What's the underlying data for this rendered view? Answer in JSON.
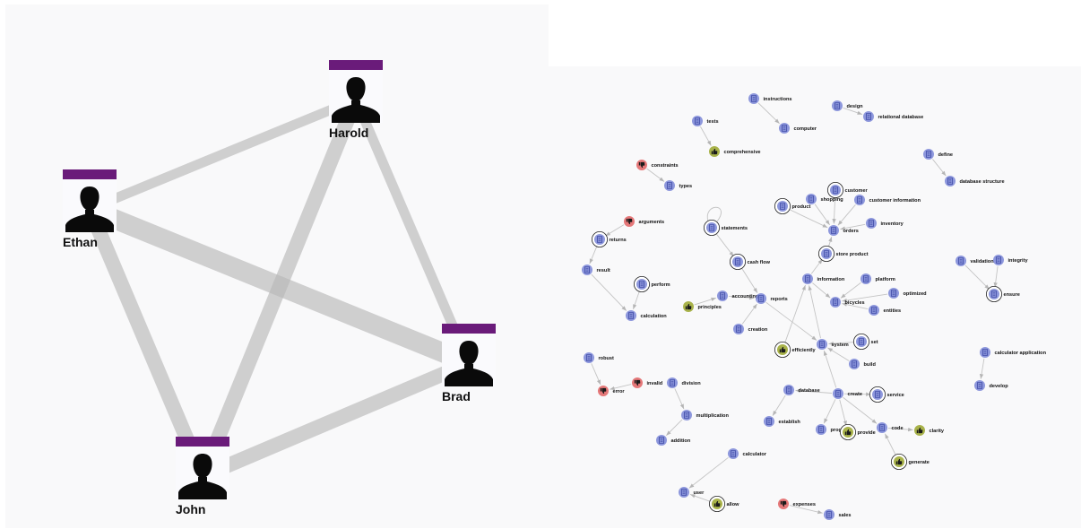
{
  "people_graph": {
    "people": [
      {
        "id": "harold",
        "name": "Harold"
      },
      {
        "id": "ethan",
        "name": "Ethan"
      },
      {
        "id": "brad",
        "name": "Brad"
      },
      {
        "id": "john",
        "name": "John"
      }
    ],
    "links": [
      {
        "source": "ethan",
        "target": "harold",
        "weight": 2
      },
      {
        "source": "ethan",
        "target": "brad",
        "weight": 4
      },
      {
        "source": "ethan",
        "target": "john",
        "weight": 3
      },
      {
        "source": "harold",
        "target": "brad",
        "weight": 2
      },
      {
        "source": "harold",
        "target": "john",
        "weight": 3
      },
      {
        "source": "brad",
        "target": "john",
        "weight": 3
      }
    ],
    "colors": {
      "header_bar": "#6a1b7a",
      "link": "#b8b8b8",
      "avatar": "#0a0a0a",
      "panel_bg": "#f9f9fa"
    }
  },
  "concept_graph": {
    "nodes": [
      {
        "id": "instructions",
        "label": "instructions",
        "kind": "concept"
      },
      {
        "id": "computer",
        "label": "computer",
        "kind": "concept"
      },
      {
        "id": "design",
        "label": "design",
        "kind": "concept"
      },
      {
        "id": "relational_database",
        "label": "relational database",
        "kind": "concept"
      },
      {
        "id": "tests",
        "label": "tests",
        "kind": "concept"
      },
      {
        "id": "comprehensive",
        "label": "comprehensive",
        "kind": "positive"
      },
      {
        "id": "define",
        "label": "define",
        "kind": "concept"
      },
      {
        "id": "database_structure",
        "label": "database structure",
        "kind": "concept"
      },
      {
        "id": "constraints",
        "label": "constraints",
        "kind": "negative"
      },
      {
        "id": "types",
        "label": "types",
        "kind": "concept"
      },
      {
        "id": "customer",
        "label": "customer",
        "kind": "concept-ring"
      },
      {
        "id": "shopping",
        "label": "shopping",
        "kind": "concept"
      },
      {
        "id": "customer_information",
        "label": "customer information",
        "kind": "concept"
      },
      {
        "id": "product",
        "label": "product",
        "kind": "concept-ring"
      },
      {
        "id": "orders",
        "label": "orders",
        "kind": "concept"
      },
      {
        "id": "inventory",
        "label": "inventory",
        "kind": "concept"
      },
      {
        "id": "arguments",
        "label": "arguments",
        "kind": "negative"
      },
      {
        "id": "statements",
        "label": "statements",
        "kind": "concept-ring"
      },
      {
        "id": "returns",
        "label": "returns",
        "kind": "concept-ring"
      },
      {
        "id": "cash_flow",
        "label": "cash flow",
        "kind": "concept-ring"
      },
      {
        "id": "store_product",
        "label": "store product",
        "kind": "concept-ring"
      },
      {
        "id": "result",
        "label": "result",
        "kind": "concept"
      },
      {
        "id": "perform",
        "label": "perform",
        "kind": "concept-ring"
      },
      {
        "id": "validation",
        "label": "validation",
        "kind": "concept"
      },
      {
        "id": "integrity",
        "label": "integrity",
        "kind": "concept"
      },
      {
        "id": "ensure",
        "label": "ensure",
        "kind": "concept-ring"
      },
      {
        "id": "information",
        "label": "information",
        "kind": "concept"
      },
      {
        "id": "platform",
        "label": "platform",
        "kind": "concept"
      },
      {
        "id": "optimized",
        "label": "optimized",
        "kind": "concept"
      },
      {
        "id": "accounting",
        "label": "accounting",
        "kind": "concept"
      },
      {
        "id": "reports",
        "label": "reports",
        "kind": "concept"
      },
      {
        "id": "bicycles",
        "label": "bicycles",
        "kind": "concept"
      },
      {
        "id": "entities",
        "label": "entities",
        "kind": "concept"
      },
      {
        "id": "principles",
        "label": "principles",
        "kind": "positive"
      },
      {
        "id": "calculation",
        "label": "calculation",
        "kind": "concept"
      },
      {
        "id": "creation",
        "label": "creation",
        "kind": "concept"
      },
      {
        "id": "efficiently",
        "label": "efficiently",
        "kind": "positive-ring"
      },
      {
        "id": "system",
        "label": "system",
        "kind": "concept"
      },
      {
        "id": "set",
        "label": "set",
        "kind": "concept-ring"
      },
      {
        "id": "calculator_application",
        "label": "calculator application",
        "kind": "concept"
      },
      {
        "id": "build",
        "label": "build",
        "kind": "concept"
      },
      {
        "id": "robust",
        "label": "robust",
        "kind": "concept"
      },
      {
        "id": "develop",
        "label": "develop",
        "kind": "concept"
      },
      {
        "id": "invalid",
        "label": "invalid",
        "kind": "negative"
      },
      {
        "id": "division",
        "label": "division",
        "kind": "concept"
      },
      {
        "id": "error",
        "label": "error",
        "kind": "negative"
      },
      {
        "id": "database",
        "label": "database",
        "kind": "concept"
      },
      {
        "id": "create",
        "label": "create",
        "kind": "concept"
      },
      {
        "id": "service",
        "label": "service",
        "kind": "concept-ring"
      },
      {
        "id": "multiplication",
        "label": "multiplication",
        "kind": "concept"
      },
      {
        "id": "establish",
        "label": "establish",
        "kind": "concept"
      },
      {
        "id": "program",
        "label": "program",
        "kind": "concept"
      },
      {
        "id": "provide",
        "label": "provide",
        "kind": "positive-ring"
      },
      {
        "id": "code",
        "label": "code",
        "kind": "concept"
      },
      {
        "id": "clarity",
        "label": "clarity",
        "kind": "positive"
      },
      {
        "id": "addition",
        "label": "addition",
        "kind": "concept"
      },
      {
        "id": "generate",
        "label": "generate",
        "kind": "positive-ring"
      },
      {
        "id": "calculator",
        "label": "calculator",
        "kind": "concept"
      },
      {
        "id": "user",
        "label": "user",
        "kind": "concept"
      },
      {
        "id": "allow",
        "label": "allow",
        "kind": "positive-ring"
      },
      {
        "id": "expenses",
        "label": "expenses",
        "kind": "negative"
      },
      {
        "id": "sales",
        "label": "sales",
        "kind": "concept"
      }
    ],
    "edges": [
      [
        "instructions",
        "computer"
      ],
      [
        "design",
        "relational_database"
      ],
      [
        "tests",
        "comprehensive"
      ],
      [
        "define",
        "database_structure"
      ],
      [
        "constraints",
        "types"
      ],
      [
        "customer",
        "orders"
      ],
      [
        "shopping",
        "orders"
      ],
      [
        "customer_information",
        "orders"
      ],
      [
        "product",
        "orders"
      ],
      [
        "inventory",
        "orders"
      ],
      [
        "arguments",
        "returns"
      ],
      [
        "returns",
        "result"
      ],
      [
        "result",
        "calculation"
      ],
      [
        "perform",
        "calculation"
      ],
      [
        "statements",
        "statements"
      ],
      [
        "statements",
        "cash_flow"
      ],
      [
        "cash_flow",
        "reports"
      ],
      [
        "store_product",
        "orders"
      ],
      [
        "information",
        "store_product"
      ],
      [
        "validation",
        "ensure"
      ],
      [
        "integrity",
        "ensure"
      ],
      [
        "platform",
        "bicycles"
      ],
      [
        "optimized",
        "bicycles"
      ],
      [
        "entities",
        "bicycles"
      ],
      [
        "information",
        "bicycles"
      ],
      [
        "accounting",
        "reports"
      ],
      [
        "principles",
        "accounting"
      ],
      [
        "creation",
        "reports"
      ],
      [
        "reports",
        "system"
      ],
      [
        "system",
        "information"
      ],
      [
        "efficiently",
        "information"
      ],
      [
        "set",
        "system"
      ],
      [
        "build",
        "system"
      ],
      [
        "calculator_application",
        "develop"
      ],
      [
        "robust",
        "error"
      ],
      [
        "invalid",
        "error"
      ],
      [
        "division",
        "multiplication"
      ],
      [
        "multiplication",
        "addition"
      ],
      [
        "database",
        "establish"
      ],
      [
        "create",
        "system"
      ],
      [
        "create",
        "database"
      ],
      [
        "create",
        "program"
      ],
      [
        "create",
        "provide"
      ],
      [
        "create",
        "service"
      ],
      [
        "create",
        "code"
      ],
      [
        "code",
        "clarity"
      ],
      [
        "generate",
        "code"
      ],
      [
        "calculator",
        "user"
      ],
      [
        "allow",
        "user"
      ],
      [
        "expenses",
        "sales"
      ]
    ],
    "colors": {
      "concept": "#7a86d6",
      "concept_icon": "#3e4aa6",
      "positive": "#9aa62a",
      "negative": "#e26262",
      "edge": "#c4c4c4",
      "ring": "#222222"
    }
  }
}
